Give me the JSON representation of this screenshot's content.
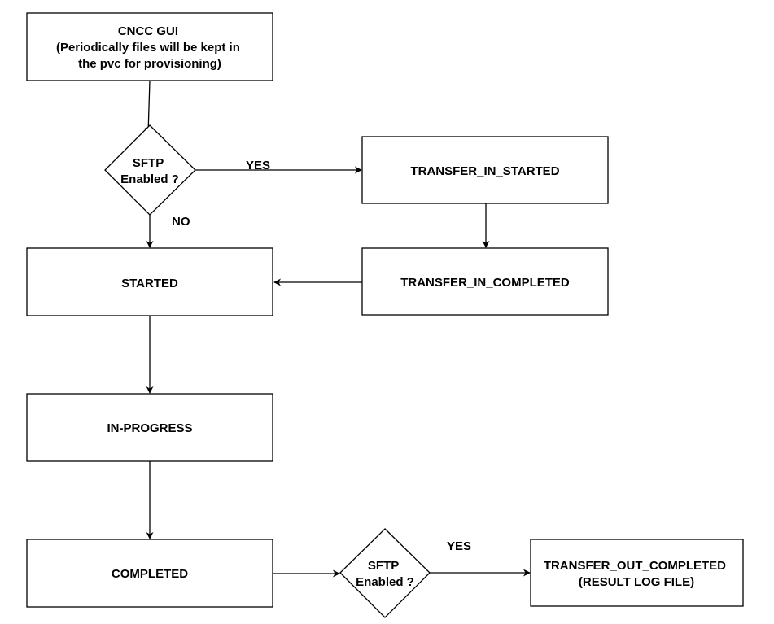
{
  "nodes": {
    "cncc_gui": {
      "lines": [
        "CNCC GUI",
        "(Periodically files will be kept  in",
        "the pvc for provisioning)"
      ]
    },
    "sftp_decision_1": {
      "lines": [
        "SFTP",
        "Enabled ?"
      ]
    },
    "transfer_in_started": {
      "lines": [
        "TRANSFER_IN_STARTED"
      ]
    },
    "transfer_in_completed": {
      "lines": [
        "TRANSFER_IN_COMPLETED"
      ]
    },
    "started": {
      "lines": [
        "STARTED"
      ]
    },
    "in_progress": {
      "lines": [
        "IN-PROGRESS"
      ]
    },
    "completed": {
      "lines": [
        "COMPLETED"
      ]
    },
    "sftp_decision_2": {
      "lines": [
        "SFTP",
        "Enabled ?"
      ]
    },
    "transfer_out_completed": {
      "lines": [
        "TRANSFER_OUT_COMPLETED",
        "(RESULT LOG FILE)"
      ]
    }
  },
  "edges": {
    "yes_label_1": "YES",
    "no_label_1": "NO",
    "yes_label_2": "YES"
  }
}
